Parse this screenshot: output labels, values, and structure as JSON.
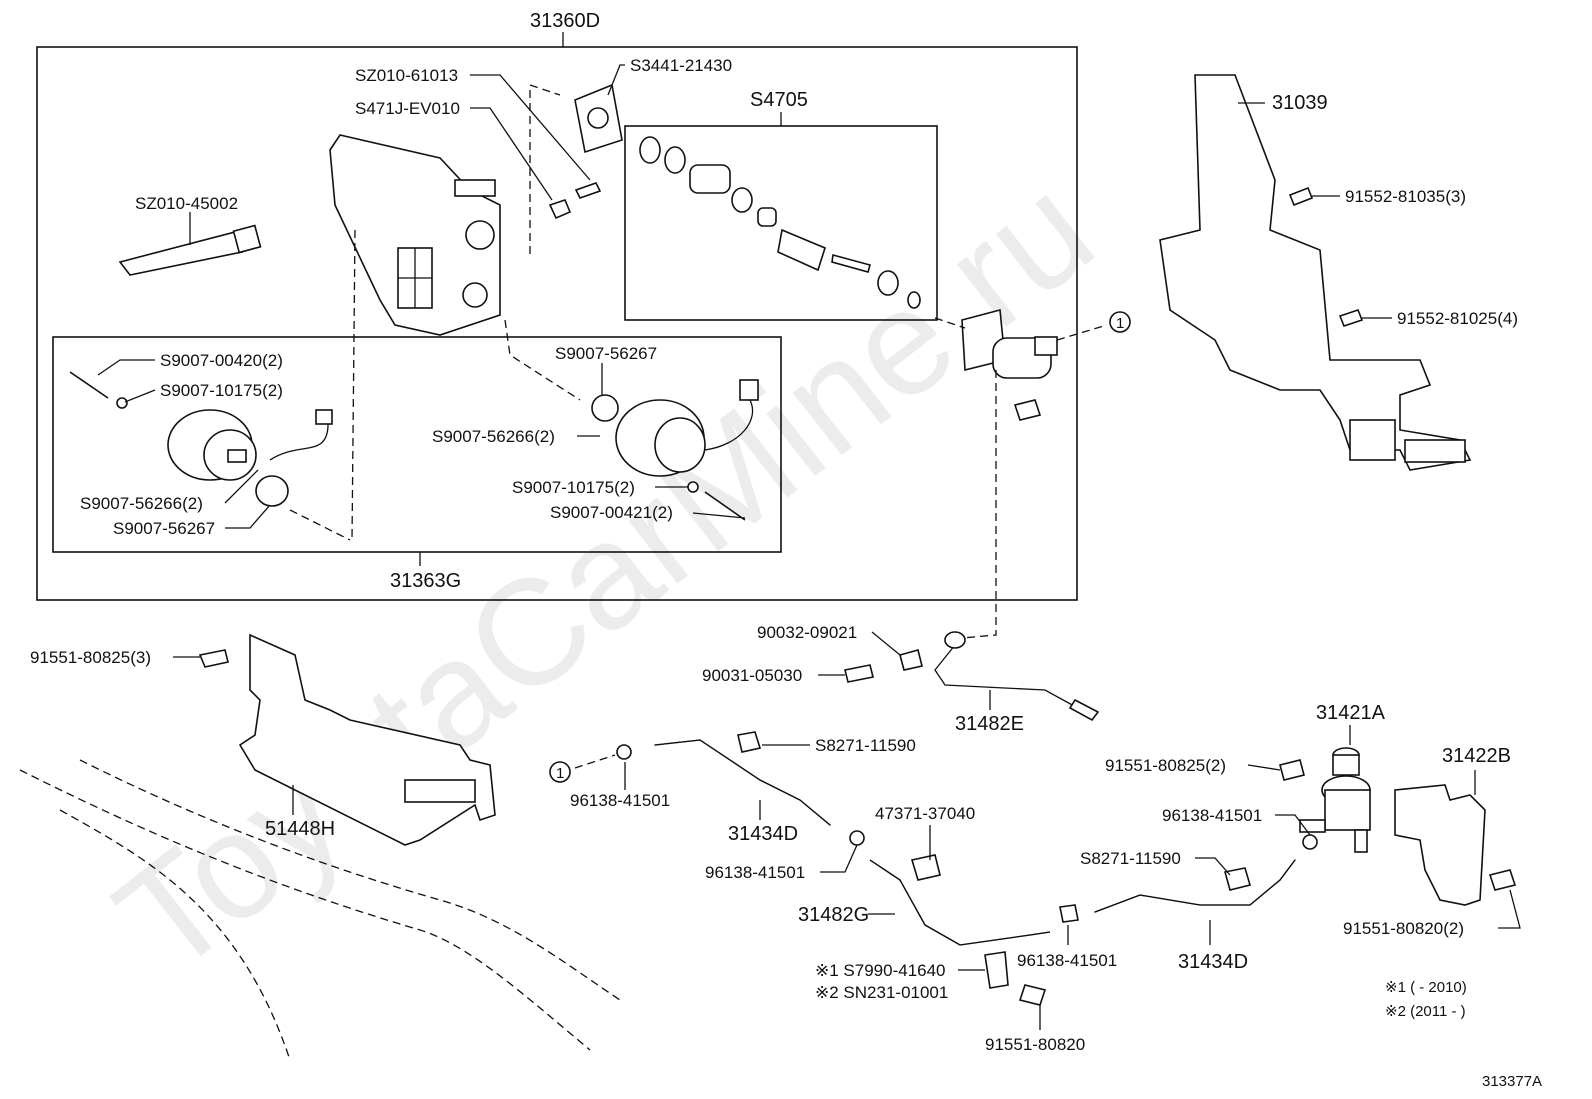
{
  "watermark": "ToyotaCarMine.ru",
  "diagram_id": "313377A",
  "groups": {
    "main_box": "31360D",
    "solenoid_box": "31363G",
    "kit_box": "S4705",
    "bracket_top": "31039",
    "bracket_bottom": "51448H"
  },
  "labels": {
    "sz010_61013": "SZ010-61013",
    "s3441_21430": "S3441-21430",
    "s471j_ev010": "S471J-EV010",
    "sz010_45002": "SZ010-45002",
    "s9007_00420": "S9007-00420(2)",
    "s9007_10175_a": "S9007-10175(2)",
    "s9007_56266_a": "S9007-56266(2)",
    "s9007_56267_a": "S9007-56267",
    "s9007_56267_b": "S9007-56267",
    "s9007_56266_b": "S9007-56266(2)",
    "s9007_10175_b": "S9007-10175(2)",
    "s9007_00421": "S9007-00421(2)",
    "b91552_81035": "91552-81035(3)",
    "b91552_81025": "91552-81025(4)",
    "b91551_80825_3": "91551-80825(3)",
    "c90032_09021": "90032-09021",
    "c90031_05030": "90031-05030",
    "p31482e": "31482E",
    "s8271_11590_a": "S8271-11590",
    "c96138_41501_a": "96138-41501",
    "p31434d_a": "31434D",
    "c96138_41501_b": "96138-41501",
    "c47371_37040": "47371-37040",
    "p31482g": "31482G",
    "p31421a": "31421A",
    "p31422b": "31422B",
    "b91551_80825_2": "91551-80825(2)",
    "c96138_41501_c": "96138-41501",
    "s8271_11590_b": "S8271-11590",
    "c96138_41501_d": "96138-41501",
    "p31434d_b": "31434D",
    "b91551_80820_2": "91551-80820(2)",
    "s7990_41640": "※1 S7990-41640",
    "sn231_01001": "※2 SN231-01001",
    "b91551_80820": "91551-80820",
    "circle_ref": "1"
  },
  "footnotes": {
    "note1": "※1 (        - 2010)",
    "note2": "※2 (2011  -        )"
  }
}
